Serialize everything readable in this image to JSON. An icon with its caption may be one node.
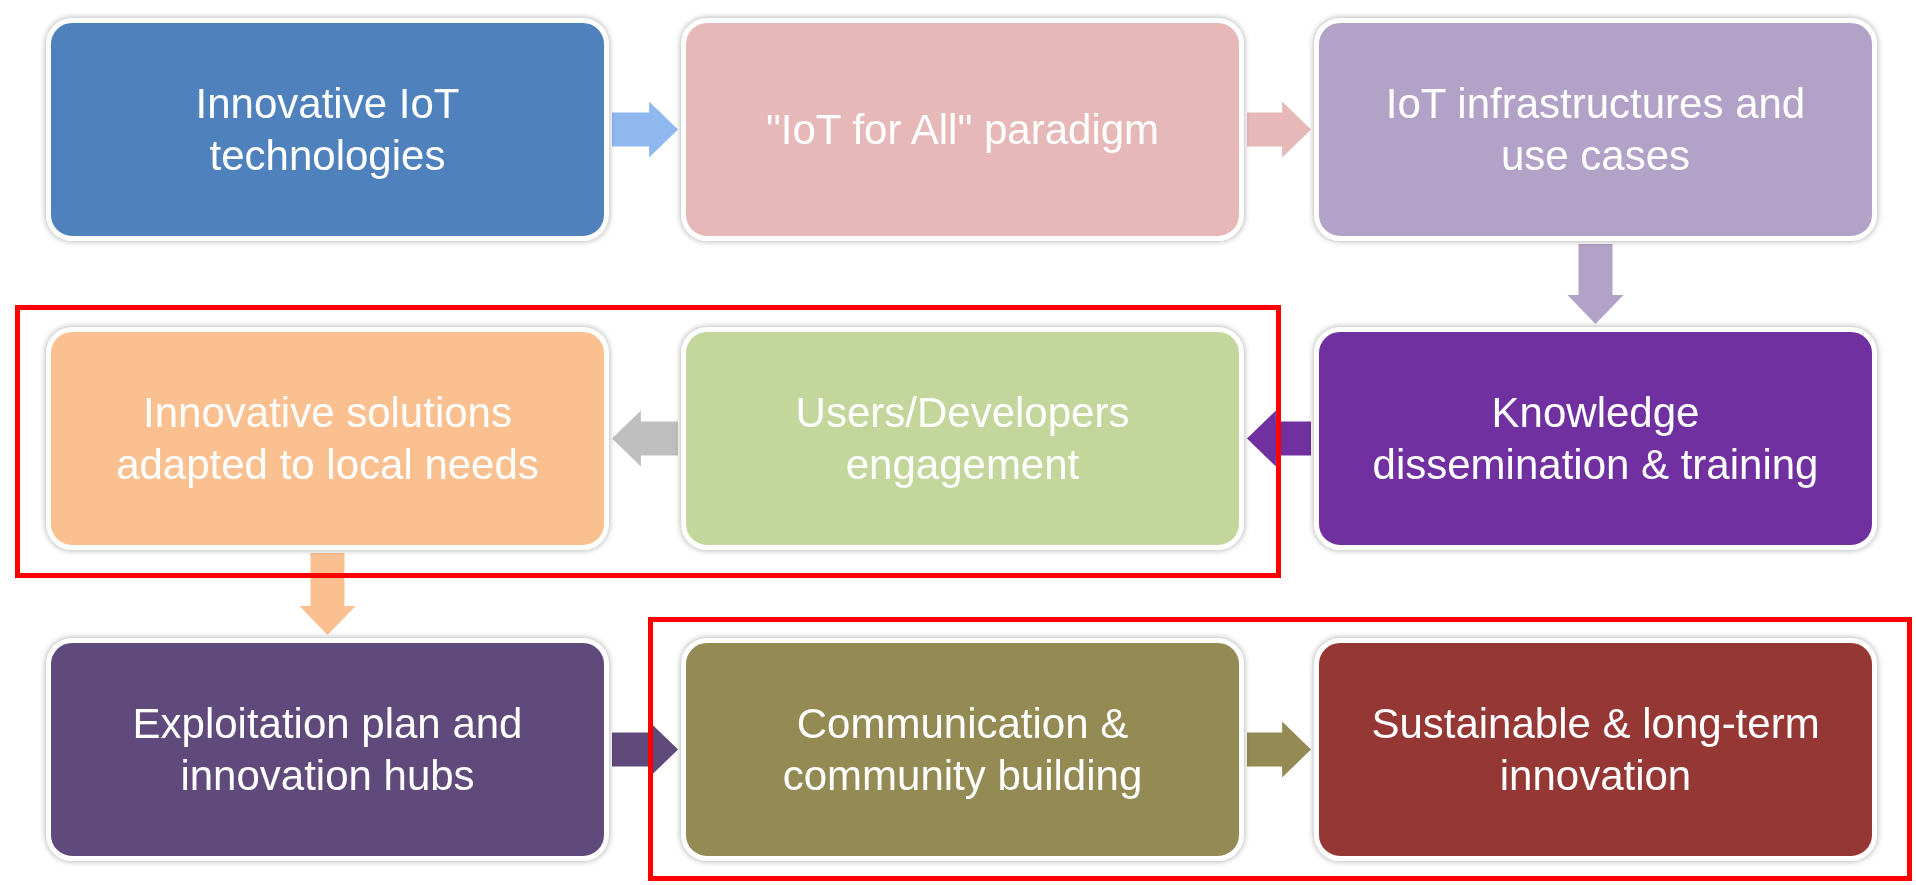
{
  "diagram": {
    "nodes": [
      {
        "text": [
          "Innovative IoT technologies"
        ]
      },
      {
        "text": [
          "\"IoT for All\" paradigm"
        ]
      },
      {
        "text": [
          "IoT infrastructures and use cases"
        ]
      },
      {
        "text": [],
        "shape": "box"
      },
      {
        "text": [
          "Innovative solutions adapted to local needs"
        ],
        "in": 3
      },
      {
        "text": [
          "Users/Developers engagement"
        ],
        "in": 3
      },
      {
        "text": [
          "Knowledge dissemination & training"
        ]
      },
      {
        "text": [
          "Exploitation plan and innovation hubs"
        ]
      },
      {
        "text": [],
        "shape": "box"
      },
      {
        "text": [
          "Communication & community building"
        ],
        "in": 8
      },
      {
        "text": [
          "Sustainable & long-term innovation"
        ],
        "in": 8
      }
    ],
    "edges": [
      {
        "from": 0,
        "to": 1,
        "arrow": "to",
        "color": "#8fb8ee"
      },
      {
        "from": 1,
        "to": 2,
        "arrow": "to",
        "color": "#e6b9b8"
      },
      {
        "from": 2,
        "to": 6,
        "arrow": "to",
        "color": "#b3a2c7"
      },
      {
        "from": 6,
        "to": 5,
        "arrow": "to",
        "color": "#7030a0"
      },
      {
        "from": 5,
        "to": 4,
        "arrow": "to",
        "color": "#bfbfbf"
      },
      {
        "from": 4,
        "to": 7,
        "arrow": "to",
        "color": "#fac090"
      },
      {
        "from": 7,
        "to": 9,
        "arrow": "to",
        "color": "#604a7b"
      },
      {
        "from": 9,
        "to": 10,
        "arrow": "to",
        "color": "#948a54"
      }
    ]
  }
}
